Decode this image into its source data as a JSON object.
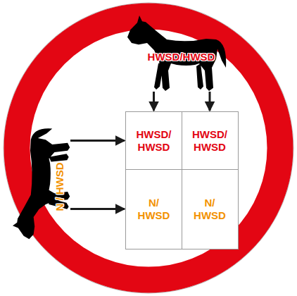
{
  "diagram": {
    "nodes": [
      {
        "text": [
          "HWSD/HWSD"
        ]
      },
      {
        "text": [
          "N / HWSD"
        ]
      },
      {
        "text": [
          "HWSD/ HWSD"
        ]
      },
      {
        "text": [
          "HWSD/ HWSD"
        ]
      },
      {
        "text": [
          "N/ HWSD"
        ]
      },
      {
        "text": [
          "N/ HWSD"
        ]
      }
    ],
    "edges": [
      {
        "from": 0,
        "to": 2,
        "arrow": "to"
      },
      {
        "from": 0,
        "to": 3,
        "arrow": "to"
      },
      {
        "from": 1,
        "to": 2,
        "arrow": "to"
      },
      {
        "from": 1,
        "to": 4,
        "arrow": "to"
      }
    ]
  }
}
